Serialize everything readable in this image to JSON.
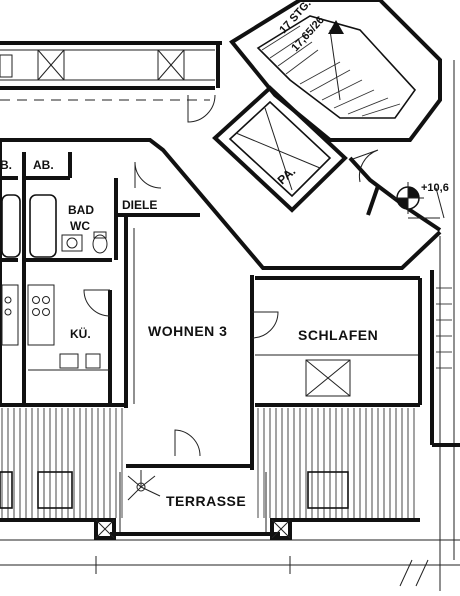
{
  "rooms": {
    "abstell": "AB.",
    "bad_wc_line1": "BAD",
    "bad_wc_line2": "WC",
    "diele": "DIELE",
    "kueche": "KÜ.",
    "wohnen": "WOHNEN 3",
    "schlafen": "SCHLAFEN",
    "terrasse": "TERRASSE",
    "aufzug": "PA.",
    "room_b": "B."
  },
  "stair": {
    "steps": "17 STG.",
    "dimensions": "17,65/26"
  },
  "elevation": {
    "value": "+10,6"
  }
}
